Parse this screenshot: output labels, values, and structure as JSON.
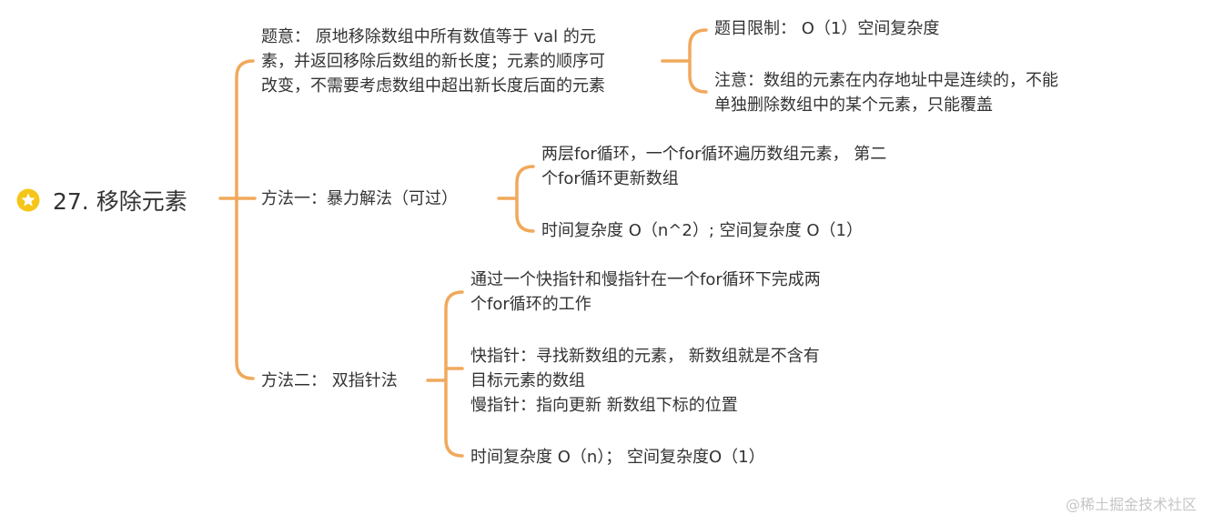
{
  "root": {
    "label": "27. 移除元素",
    "icon": "star-icon"
  },
  "nodes": {
    "topic": {
      "lines": [
        "题意： 原地移除数组中所有数值等于 val 的元",
        "素，并返回移除后数组的新长度；元素的顺序可",
        "改变，不需要考虑数组中超出新长度后面的元素"
      ]
    },
    "limit": {
      "lines": [
        "题目限制： O（1）空间复杂度"
      ]
    },
    "note": {
      "lines": [
        "注意：数组的元素在内存地址中是连续的，不能",
        "单独删除数组中的某个元素，只能覆盖"
      ]
    },
    "method1": {
      "lines": [
        "方法一：暴力解法（可过）"
      ]
    },
    "m1_desc": {
      "lines": [
        "两层for循环，一个for循环遍历数组元素， 第二",
        "个for循环更新数组"
      ]
    },
    "m1_complex": {
      "lines": [
        "时间复杂度 O（n^2）; 空间复杂度 O（1）"
      ]
    },
    "method2": {
      "lines": [
        "方法二： 双指针法"
      ]
    },
    "m2_desc": {
      "lines": [
        "通过一个快指针和慢指针在一个for循环下完成两",
        "个for循环的工作"
      ]
    },
    "m2_pointers": {
      "lines": [
        "快指针：寻找新数组的元素， 新数组就是不含有",
        "目标元素的数组",
        "慢指针：指向更新 新数组下标的位置"
      ]
    },
    "m2_complex": {
      "lines": [
        "时间复杂度 O（n）； 空间复杂度O（1）"
      ]
    }
  },
  "watermark": "@稀土掘金技术社区",
  "colors": {
    "connector": "#f0a95b",
    "star": "#f5c518",
    "text": "#333333",
    "watermark": "#c6c6c6"
  }
}
